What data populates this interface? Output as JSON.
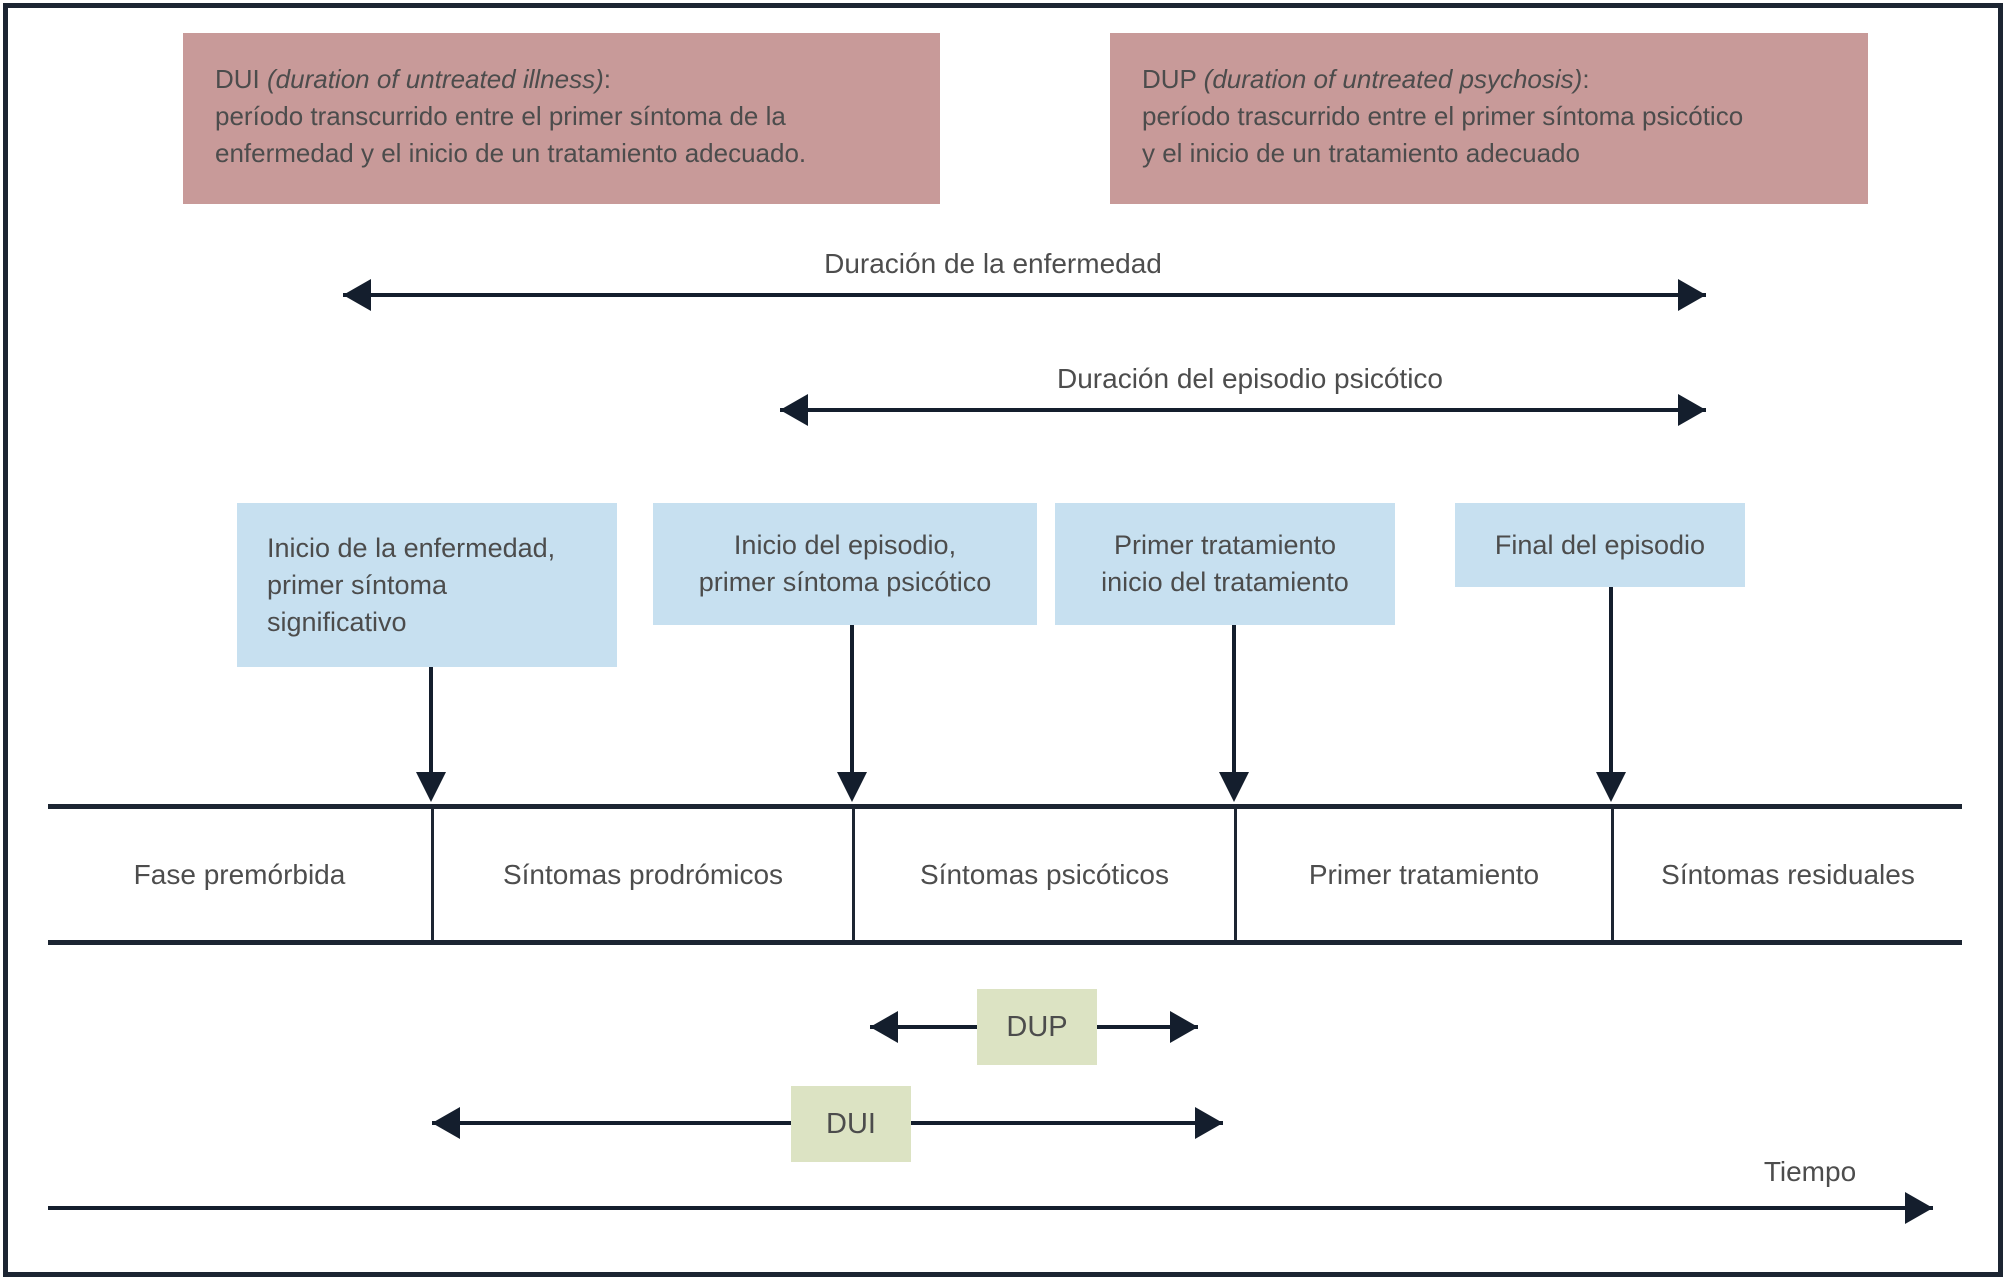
{
  "colors": {
    "definition_box_bg": "#c89a99",
    "event_box_bg": "#c7e0f0",
    "duration_tag_bg": "#dce3c3",
    "arrow": "#141e2d",
    "text": "#4d4d4d",
    "frame_border": "#1c2532"
  },
  "definitions": {
    "dui": {
      "abbr": "DUI",
      "term_english": "(duration of untreated illness)",
      "suffix": ":",
      "lines": [
        "período transcurrido entre el primer síntoma de la",
        "enfermedad y el inicio de un tratamiento adecuado."
      ]
    },
    "dup": {
      "abbr": "DUP",
      "term_english": "(duration of untreated psychosis)",
      "suffix": ":",
      "lines": [
        "período trascurrido entre el primer síntoma psicótico",
        "y el inicio de un tratamiento adecuado"
      ]
    }
  },
  "duration_arrows": {
    "illness_label": "Duración de la enfermedad",
    "episode_label": "Duración del episodio psicótico"
  },
  "event_boxes": {
    "illness_onset": {
      "lines": [
        "Inicio de la enfermedad,",
        "primer síntoma",
        "significativo"
      ]
    },
    "episode_onset": {
      "lines": [
        "Inicio del episodio,",
        "primer síntoma psicótico"
      ]
    },
    "first_treatment": {
      "lines": [
        "Primer tratamiento",
        "inicio del tratamiento"
      ]
    },
    "episode_end": {
      "lines": [
        "Final del episodio"
      ]
    }
  },
  "timeline": {
    "phases": [
      "Fase premórbida",
      "Síntomas prodrómicos",
      "Síntomas psicóticos",
      "Primer tratamiento",
      "Síntomas residuales"
    ]
  },
  "duration_tags": {
    "dup": "DUP",
    "dui": "DUI"
  },
  "time_axis_label": "Tiempo"
}
